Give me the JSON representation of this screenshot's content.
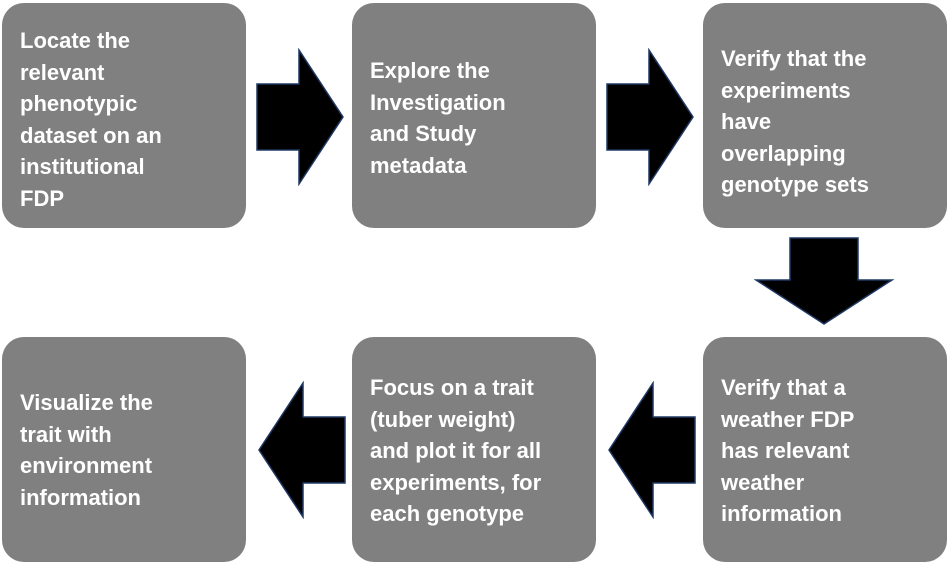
{
  "steps": [
    {
      "text": "Locate the\nrelevant\nphenotypic\ndataset on an\ninstitutional\nFDP"
    },
    {
      "text": "Explore the\nInvestigation\nand Study\nmetadata"
    },
    {
      "text": "Verify that the\nexperiments\nhave\noverlapping\ngenotype sets"
    },
    {
      "text": "Verify that a\nweather FDP\nhas relevant\nweather\ninformation"
    },
    {
      "text": "Focus on a trait\n(tuber weight)\nand plot it for all\nexperiments, for\neach genotype"
    },
    {
      "text": "Visualize the\ntrait with\nenvironment\ninformation"
    }
  ],
  "colors": {
    "box_fill": "#808080",
    "box_text": "#ffffff",
    "arrow_fill": "#000000",
    "arrow_stroke": "#1f3864"
  }
}
